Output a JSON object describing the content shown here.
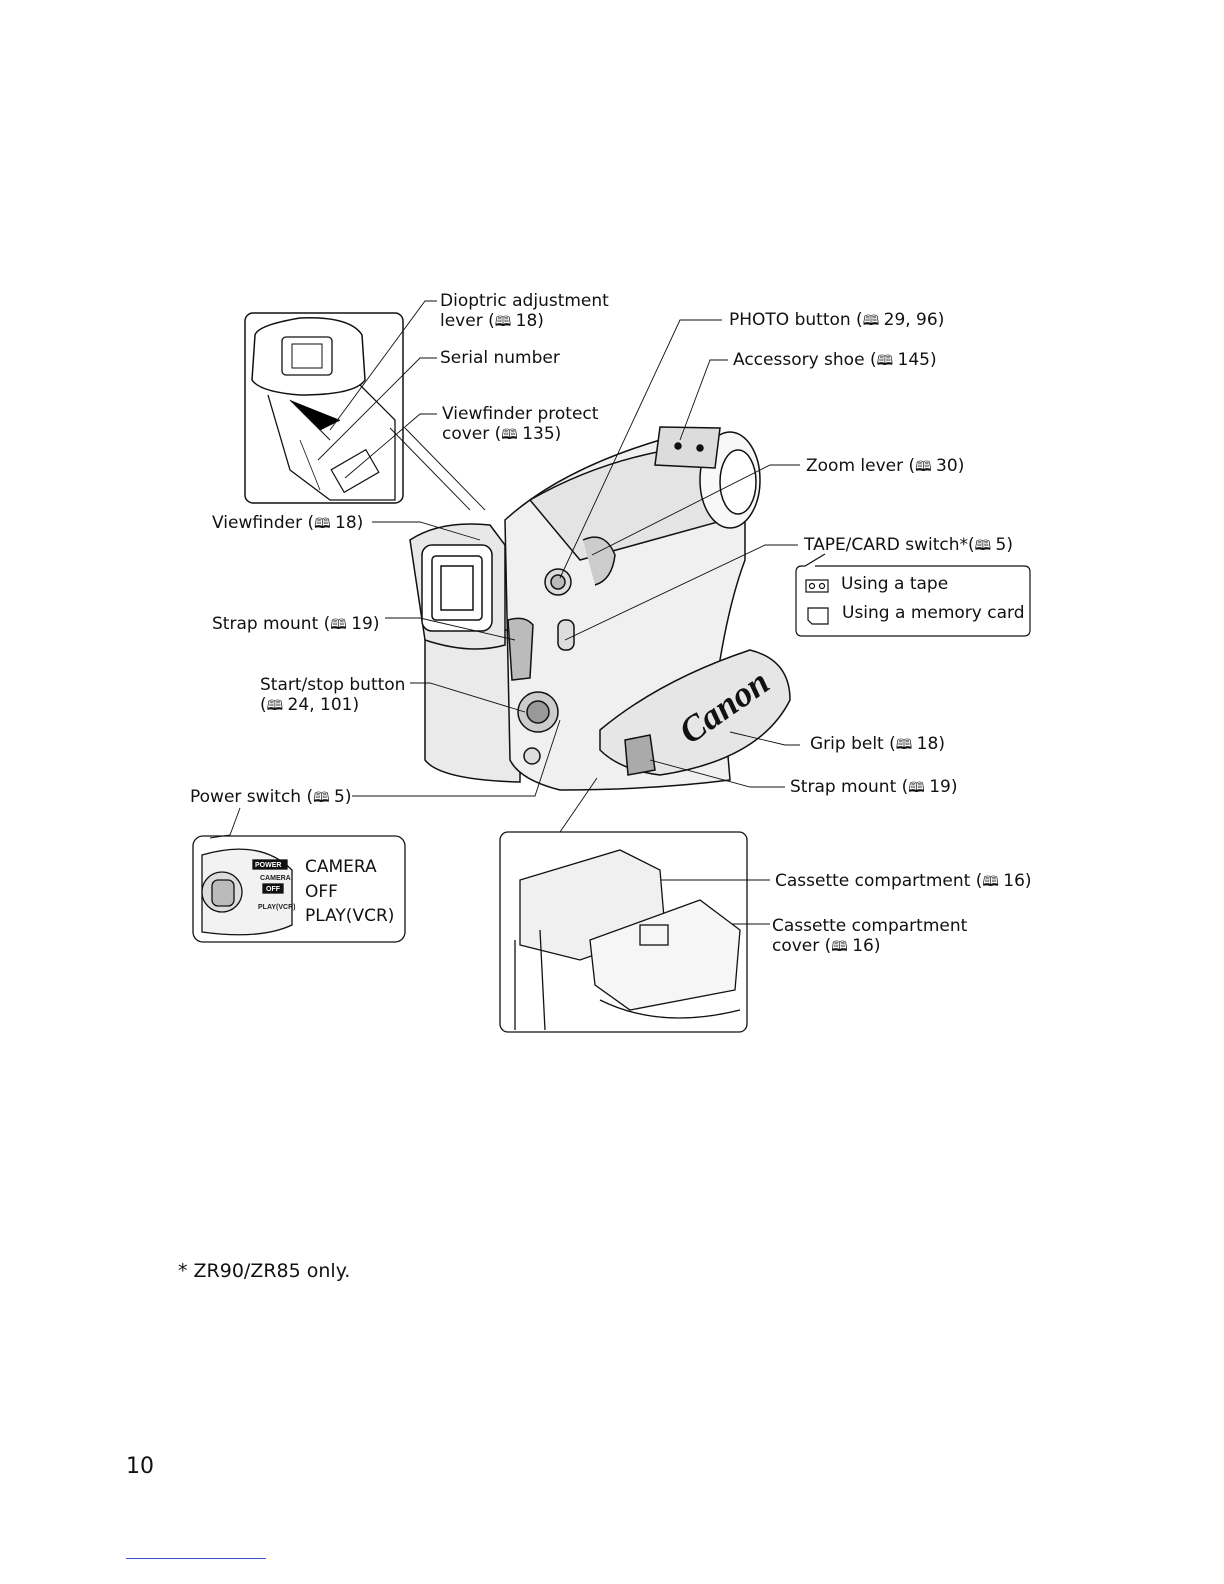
{
  "callouts": {
    "dioptric": {
      "line1": "Dioptric adjustment",
      "line2_text": "lever (",
      "line2_ref": " 18)"
    },
    "serial": {
      "text": "Serial number"
    },
    "vf_cover": {
      "line1": "Viewfinder protect",
      "line2_text": "cover (",
      "line2_ref": " 135)"
    },
    "viewfinder": {
      "text": "Viewfinder (",
      "ref": " 18)"
    },
    "strap_left": {
      "text": "Strap mount (",
      "ref": " 19)"
    },
    "startstop": {
      "line1": "Start/stop button",
      "line2_text": "(",
      "line2_ref": " 24, 101)"
    },
    "power": {
      "text": "Power switch (",
      "ref": " 5)"
    },
    "photo": {
      "text": "PHOTO button (",
      "ref": " 29, 96)"
    },
    "acc_shoe": {
      "text": "Accessory shoe (",
      "ref": " 145)"
    },
    "zoom": {
      "text": "Zoom lever (",
      "ref": " 30)"
    },
    "tapecard": {
      "text": "TAPE/CARD switch*(",
      "ref": " 5)"
    },
    "grip": {
      "text": "Grip belt (",
      "ref": " 18)"
    },
    "strap_right": {
      "text": "Strap mount (",
      "ref": " 19)"
    },
    "cassette": {
      "text": "Cassette compartment (",
      "ref": " 16)"
    },
    "cassette_cover": {
      "line1": "Cassette compartment",
      "line2_text": "cover (",
      "line2_ref": " 16)"
    }
  },
  "tapecard_box": {
    "tape": "Using a tape",
    "card": "Using a memory card"
  },
  "power_box": {
    "camera": "CAMERA",
    "off": "OFF",
    "play": "PLAY(VCR)"
  },
  "power_dial_labels": {
    "power": "POWER",
    "camera": "CAMERA",
    "off": "OFF",
    "play": "PLAY(VCR)"
  },
  "brand": "Canon",
  "footnote": "* ZR90/ZR85 only.",
  "page_number": "10",
  "colors": {
    "ink": "#111111",
    "footer_rule": "#3355cc"
  }
}
